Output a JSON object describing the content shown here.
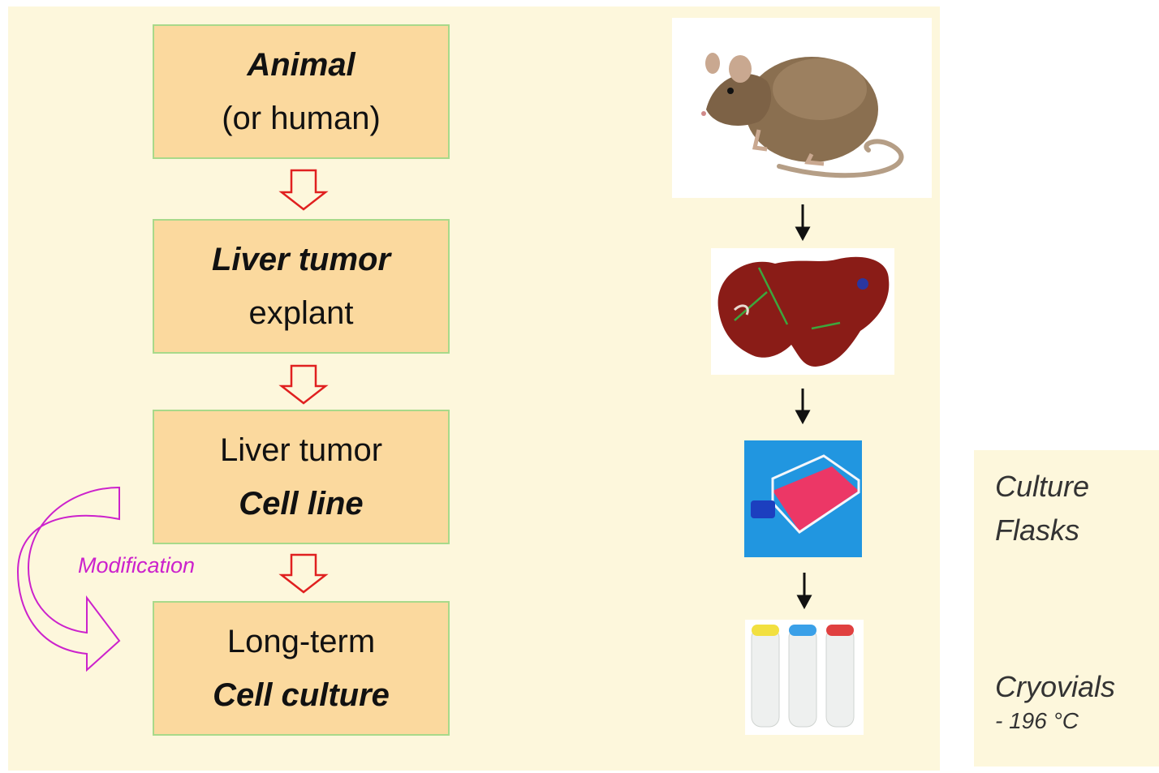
{
  "steps": [
    {
      "line1": "Animal",
      "line2": "(or human)"
    },
    {
      "line1": "Liver tumor",
      "line2": "explant"
    },
    {
      "line1": "Liver tumor",
      "line2": "Cell line"
    },
    {
      "line1": "Long-term",
      "line2": "Cell culture"
    }
  ],
  "modification_label": "Modification",
  "side": {
    "culture_line1": "Culture",
    "culture_line2": "Flasks",
    "cryo_line1": "Cryovials",
    "cryo_line2": "- 196 °C"
  },
  "images": [
    "rat",
    "liver",
    "culture-flask",
    "cryovials"
  ],
  "colors": {
    "box_fill": "#fbd99e",
    "box_border": "#a8d98a",
    "panel_bg": "#fdf7dc",
    "arrow_red": "#e02020",
    "modification_magenta": "#cc22cc"
  }
}
